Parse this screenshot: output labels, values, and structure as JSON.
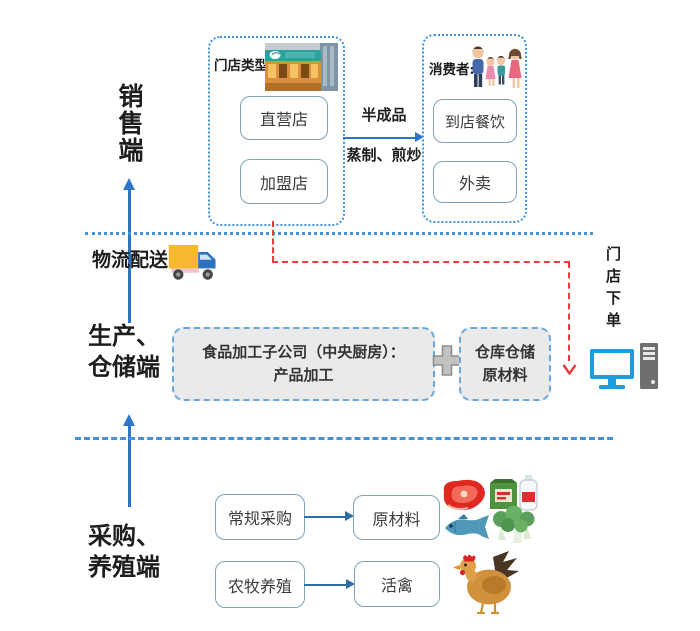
{
  "colors": {
    "accent_blue": "#2e75c8",
    "group_border_blue": "#3f93dc",
    "node_border": "#7fa3bd",
    "dashed_red": "#f03b3b",
    "panel_gray": "#eaeaea",
    "panel_border_blue": "#6aa7dd"
  },
  "side_labels": {
    "sales": "销售端",
    "production": [
      "生产、",
      "仓储端"
    ],
    "procurement": [
      "采购、",
      "养殖端"
    ]
  },
  "store_types": {
    "title": "门店类型:",
    "direct": "直营店",
    "franchise": "加盟店"
  },
  "consumers": {
    "title": "消费者:",
    "dine_in": "到店餐饮",
    "takeout": "外卖"
  },
  "store_to_consumer": {
    "above": "半成品",
    "below": "蒸制、煎炒"
  },
  "logistics": {
    "label": "物流配送"
  },
  "store_order": {
    "label": "门店下单"
  },
  "central": {
    "kitchen": [
      "食品加工子公司（中央厨房）：",
      "产品加工"
    ],
    "warehouse": [
      "仓库仓储",
      "原材料"
    ]
  },
  "sourcing": {
    "rows": [
      {
        "from": "常规采购",
        "to": "原材料"
      },
      {
        "from": "农牧养殖",
        "to": "活禽"
      }
    ]
  },
  "icons": {
    "store_photo": "storefront-photo",
    "consumer_family": "family-figures",
    "logistics_truck": "delivery-truck",
    "order_computer": "desktop-computer",
    "combine_plus": "plus-sign",
    "raw_materials": [
      "meat",
      "grocery-box-bottle",
      "fish",
      "broccoli"
    ],
    "live_poultry": "hen"
  }
}
